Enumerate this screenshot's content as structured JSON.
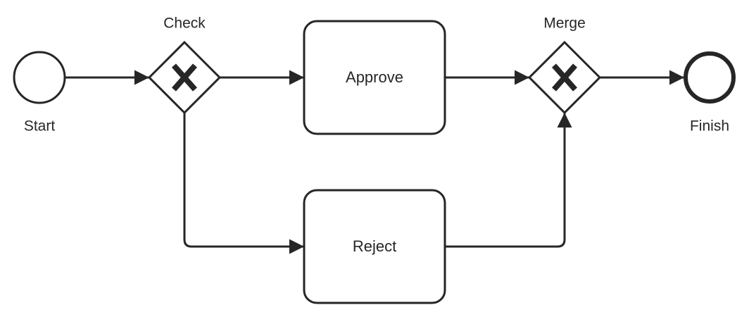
{
  "diagram": {
    "type": "bpmn-process",
    "colors": {
      "stroke": "#262626",
      "fill": "#ffffff",
      "text": "#262626"
    },
    "nodes": {
      "start": {
        "kind": "start-event",
        "label": "Start"
      },
      "check": {
        "kind": "exclusive-gateway",
        "label": "Check",
        "marker": "X"
      },
      "approve": {
        "kind": "task",
        "label": "Approve"
      },
      "reject": {
        "kind": "task",
        "label": "Reject"
      },
      "merge": {
        "kind": "exclusive-gateway",
        "label": "Merge",
        "marker": "X"
      },
      "finish": {
        "kind": "end-event",
        "label": "Finish"
      }
    },
    "edges": [
      {
        "from": "start",
        "to": "check"
      },
      {
        "from": "check",
        "to": "approve"
      },
      {
        "from": "check",
        "to": "reject"
      },
      {
        "from": "approve",
        "to": "merge"
      },
      {
        "from": "reject",
        "to": "merge"
      },
      {
        "from": "merge",
        "to": "finish"
      }
    ]
  }
}
